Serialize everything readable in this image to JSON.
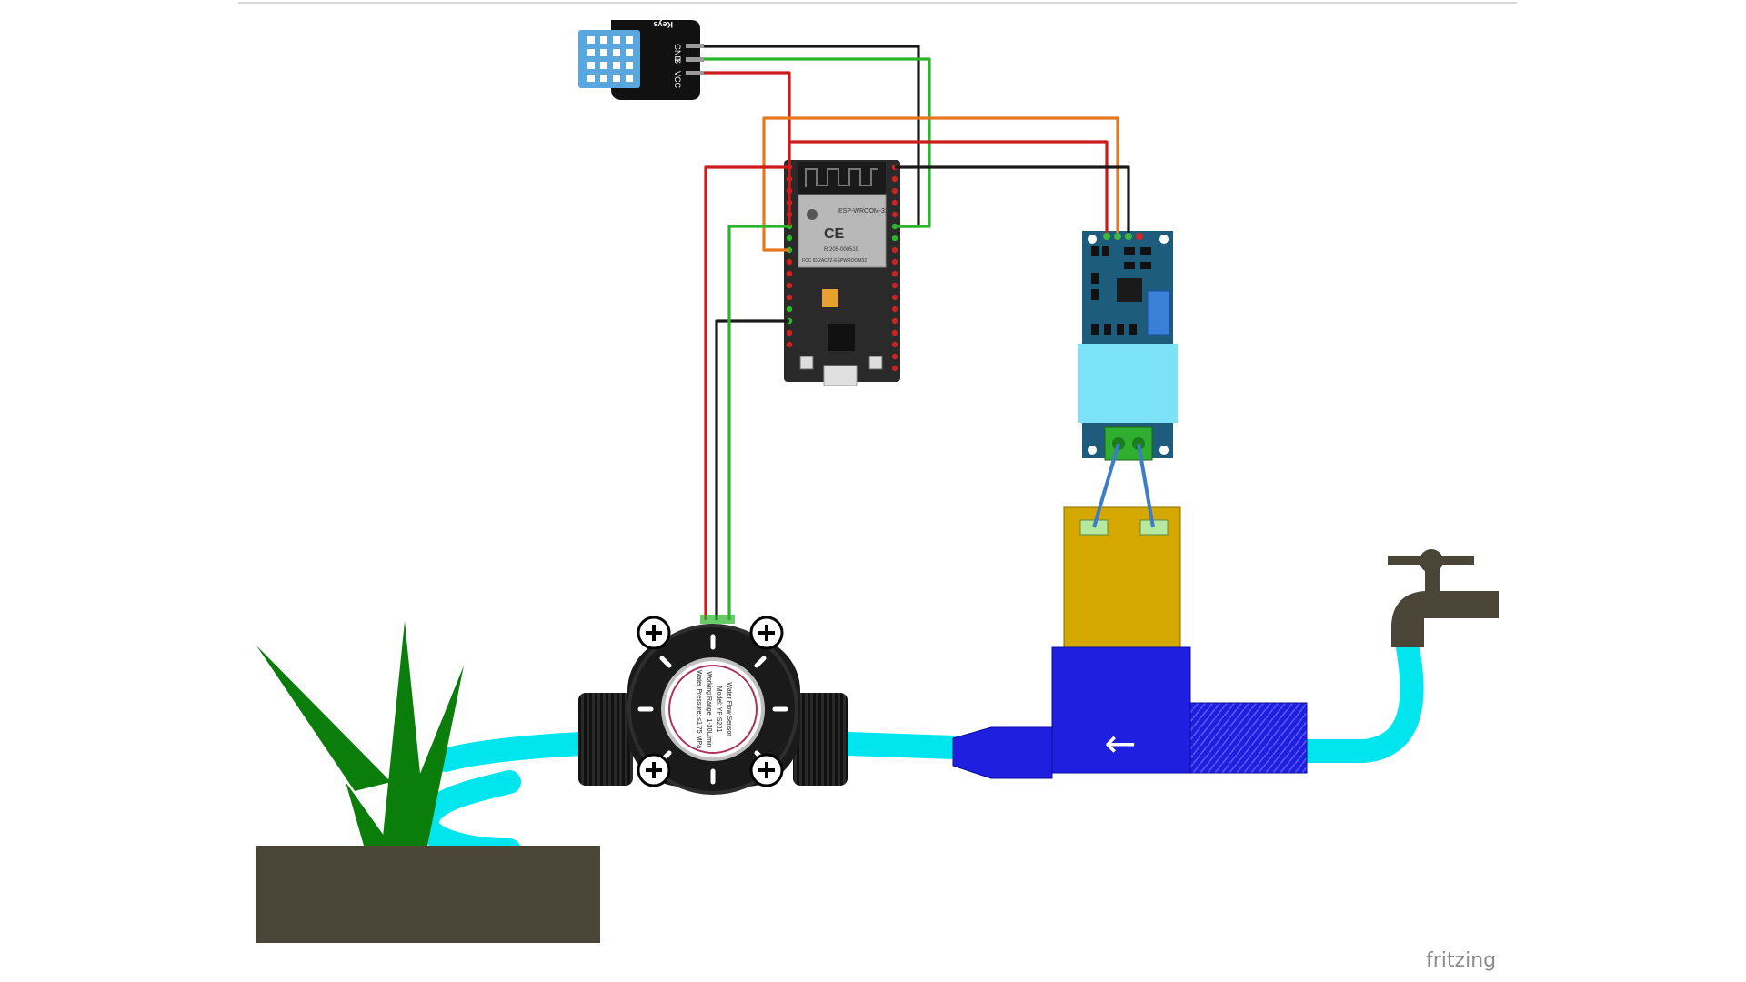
{
  "dht_label": "Keys",
  "dht_pins": [
    "GND",
    "S",
    "VCC"
  ],
  "esp32": {
    "module_name": "ESP-WROOM-32",
    "ce_mark": "CE",
    "fcc_text": "FCC ID:2AC7Z-ESPWROOM32",
    "r_code": "R 205-000519"
  },
  "flow_sensor": {
    "lines": [
      "Water Flow Sensor",
      "Model: YF-S201",
      "Working Range: 1-30L/min",
      "Water Pressure: ≤1.75 MPa"
    ]
  },
  "solenoid_arrow": "←",
  "watermark": "fritzing",
  "colors": {
    "water": "#00e5ee",
    "soil": "#4a4537",
    "plant": "#0b7d0b",
    "valve_body": "#1f1fe0",
    "valve_coil": "#d4a800",
    "wire_red": "#cc1b1b",
    "wire_black": "#1a1a1a",
    "wire_green": "#2bb52b",
    "wire_orange": "#e87722",
    "wire_blue": "#3d7cc9",
    "module_board": "#1d5c7a",
    "dht_blue": "#5aa7de"
  }
}
